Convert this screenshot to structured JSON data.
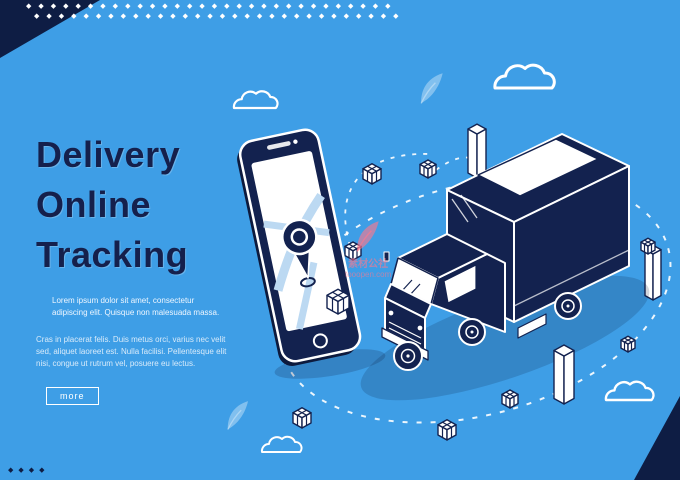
{
  "banner": {
    "background_color": "#3e9ee6",
    "ink_color": "#13224f",
    "title_lines": [
      "Delivery",
      "Online",
      "Tracking"
    ],
    "paragraphs": [
      "Lorem ipsum dolor sit amet, consectetur adipiscing elit. Quisque non malesuada massa.",
      "Cras in placerat felis. Duis metus orci, varius nec velit sed, aliquet laoreet est. Nulla facilisi. Pellentesque elit nisi, congue ut rutrum vel, posuere eu lectus."
    ],
    "more_label": "more"
  },
  "watermark": {
    "brand": "素材公社",
    "domain": "tooopen.com"
  }
}
